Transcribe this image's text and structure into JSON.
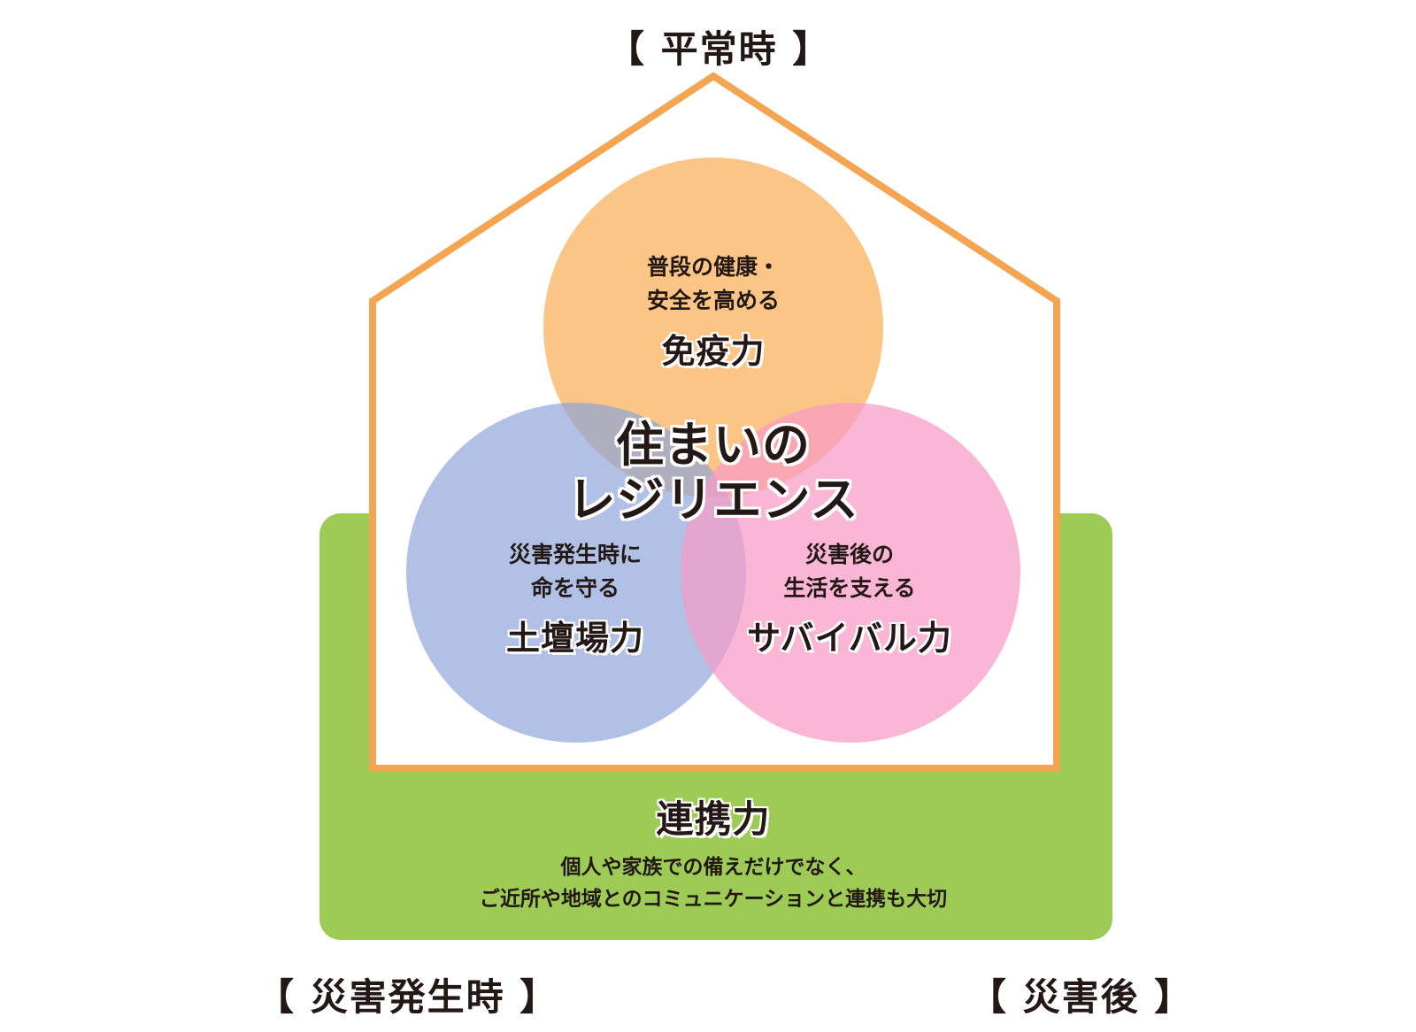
{
  "phases": {
    "normal": "【 平常時 】",
    "during": "【 災害発生時 】",
    "after": "【 災害後 】"
  },
  "circles": {
    "top": {
      "desc_line1": "普段の健康・",
      "desc_line2": "安全を高める",
      "title": "免疫力"
    },
    "left": {
      "desc_line1": "災害発生時に",
      "desc_line2": "命を守る",
      "title": "土壇場力"
    },
    "right": {
      "desc_line1": "災害後の",
      "desc_line2": "生活を支える",
      "title": "サバイバル力"
    }
  },
  "center": {
    "line1": "住まいの",
    "line2": "レジリエンス"
  },
  "foundation": {
    "title": "連携力",
    "desc_line1": "個人や家族での備えだけでなく、",
    "desc_line2": "ご近所や地域とのコミュニケーションと連携も大切"
  },
  "colors": {
    "house_outline": "#F5A552",
    "foundation_green": "#9DCB55",
    "circle_top": "#F9A94B",
    "circle_left": "#8AA3D8",
    "circle_right": "#F79BC5",
    "text": "#231815"
  }
}
